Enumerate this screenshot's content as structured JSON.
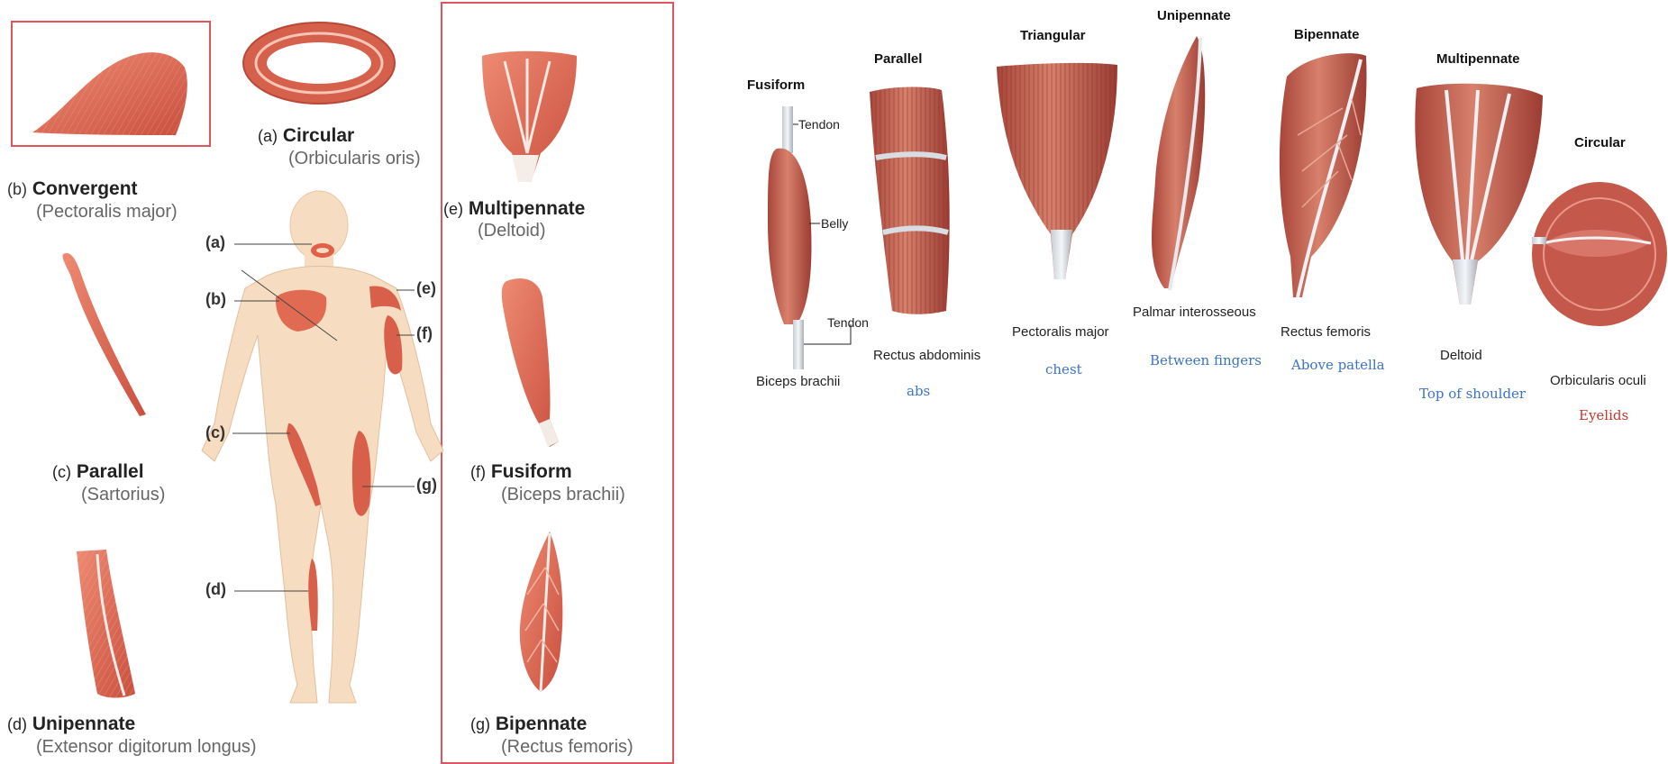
{
  "left_figure": {
    "convergent": {
      "letter": "(b)",
      "title": "Convergent",
      "example": "(Pectoralis major)"
    },
    "circular": {
      "letter": "(a)",
      "title": "Circular",
      "example": "(Orbicularis oris)"
    },
    "multipennate": {
      "letter": "(e)",
      "title": "Multipennate",
      "example": "(Deltoid)"
    },
    "parallel": {
      "letter": "(c)",
      "title": "Parallel",
      "example": "(Sartorius)"
    },
    "fusiform": {
      "letter": "(f)",
      "title": "Fusiform",
      "example": "(Biceps brachii)"
    },
    "unipennate": {
      "letter": "(d)",
      "title": "Unipennate",
      "example": "(Extensor digitorum longus)"
    },
    "bipennate": {
      "letter": "(g)",
      "title": "Bipennate",
      "example": "(Rectus femoris)"
    },
    "body_pointers": [
      "(a)",
      "(b)",
      "(c)",
      "(d)",
      "(e)",
      "(f)",
      "(g)"
    ]
  },
  "right_figure": {
    "fusiform": {
      "heading": "Fusiform",
      "tendon_top": "Tendon",
      "belly": "Belly",
      "tendon_bottom": "Tendon",
      "example": "Biceps brachii"
    },
    "parallel": {
      "heading": "Parallel",
      "example": "Rectus abdominis",
      "note": "abs"
    },
    "triangular": {
      "heading": "Triangular",
      "example": "Pectoralis major",
      "note": "chest"
    },
    "unipennate": {
      "heading": "Unipennate",
      "example": "Palmar interosseous",
      "note": "Between fingers"
    },
    "bipennate": {
      "heading": "Bipennate",
      "example": "Rectus femoris",
      "note": "Above patella"
    },
    "multipennate": {
      "heading": "Multipennate",
      "example": "Deltoid",
      "note": "Top of shoulder"
    },
    "circular": {
      "heading": "Circular",
      "example": "Orbicularis oculi",
      "note": "Eyelids"
    }
  },
  "colors": {
    "muscle": "#d9624e",
    "muscle_dark": "#b8463a",
    "highlight_box": "#e0555d",
    "note_blue": "#3b73c6",
    "note_red": "#c2382e",
    "skin": "#f6dcc0"
  }
}
